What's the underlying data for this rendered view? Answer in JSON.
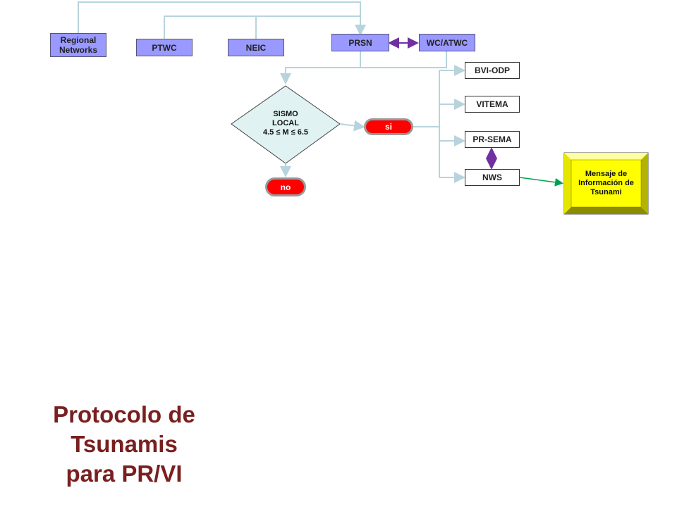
{
  "nodes": {
    "regional_networks": "Regional Networks",
    "ptwc": "PTWC",
    "neic": "NEIC",
    "prsn": "PRSN",
    "wcatwc": "WC/ATWC",
    "bvi_odp": "BVI-ODP",
    "vitema": "VITEMA",
    "pr_sema": "PR-SEMA",
    "nws": "NWS"
  },
  "decision": {
    "line1": "SISMO",
    "line2": "LOCAL",
    "line3": "4.5 ≤ M ≤ 6.5",
    "yes_label": "si",
    "no_label": "no"
  },
  "message_box": {
    "line1": "Mensaje de",
    "line2": "Información de",
    "line3": "Tsunami"
  },
  "title": {
    "line1": "Protocolo de",
    "line2": "Tsunamis",
    "line3": "para PR/VI"
  },
  "colors": {
    "node_fill": "#9999ff",
    "connector": "#b7d4dc",
    "bidirectional_arrow": "#7030a0",
    "output_arrow": "#00a050",
    "pill_fill": "#ff0000",
    "message_fill": "#ffff00",
    "title_color": "#7a1f1f"
  }
}
